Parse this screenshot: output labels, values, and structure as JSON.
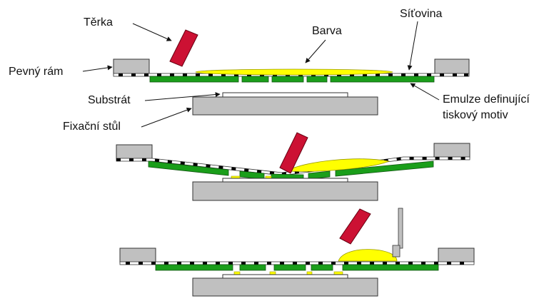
{
  "labels": {
    "squeegee": "Těrka",
    "ink": "Barva",
    "mesh": "Síťovina",
    "frame": "Pevný rám",
    "substrate": "Substrát",
    "emulsion_line1": "Emulze definující",
    "emulsion_line2": "tiskový motiv",
    "table": "Fixační stůl"
  },
  "colors": {
    "frame": "#c0c0c0",
    "table": "#c0c0c0",
    "emulsion": "#1a9e1a",
    "ink": "#ffff00",
    "squeegee": "#cc1133",
    "mesh_dots": "#000000",
    "substrate": "#ffffff",
    "outline": "#333333"
  }
}
